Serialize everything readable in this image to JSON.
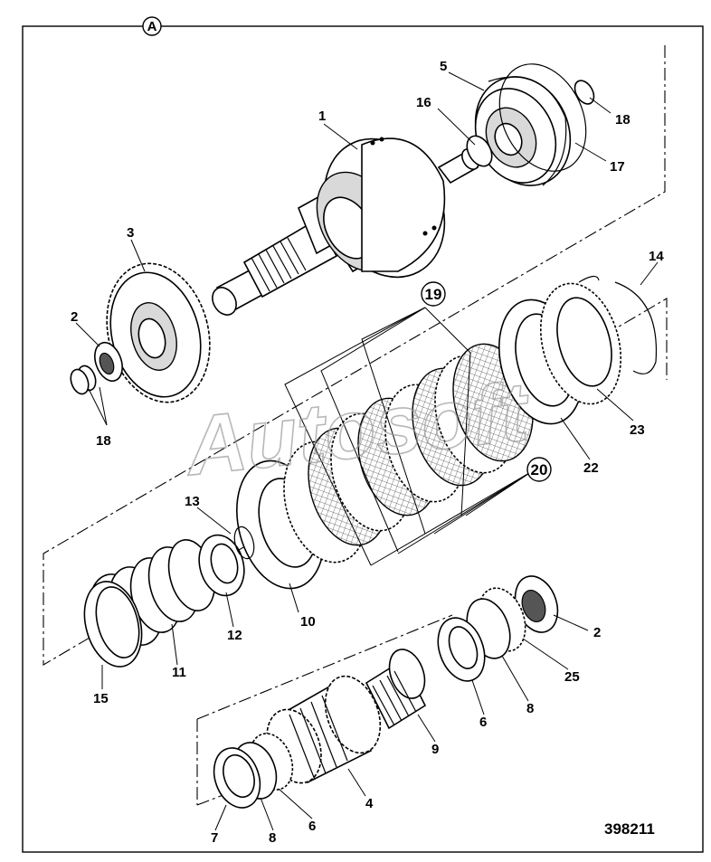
{
  "diagram": {
    "view_marker": "A",
    "drawing_number": "398211",
    "watermark": "Autosoft",
    "callouts": {
      "c1": "1",
      "c2a": "2",
      "c2b": "2",
      "c3": "3",
      "c4": "4",
      "c5": "5",
      "c6a": "6",
      "c6b": "6",
      "c7": "7",
      "c8a": "8",
      "c8b": "8",
      "c9": "9",
      "c10": "10",
      "c11": "11",
      "c12": "12",
      "c13": "13",
      "c14": "14",
      "c15": "15",
      "c16": "16",
      "c17": "17",
      "c18a": "18",
      "c18b": "18",
      "c19": "19",
      "c20": "20",
      "c22": "22",
      "c23": "23",
      "c25": "25"
    }
  }
}
